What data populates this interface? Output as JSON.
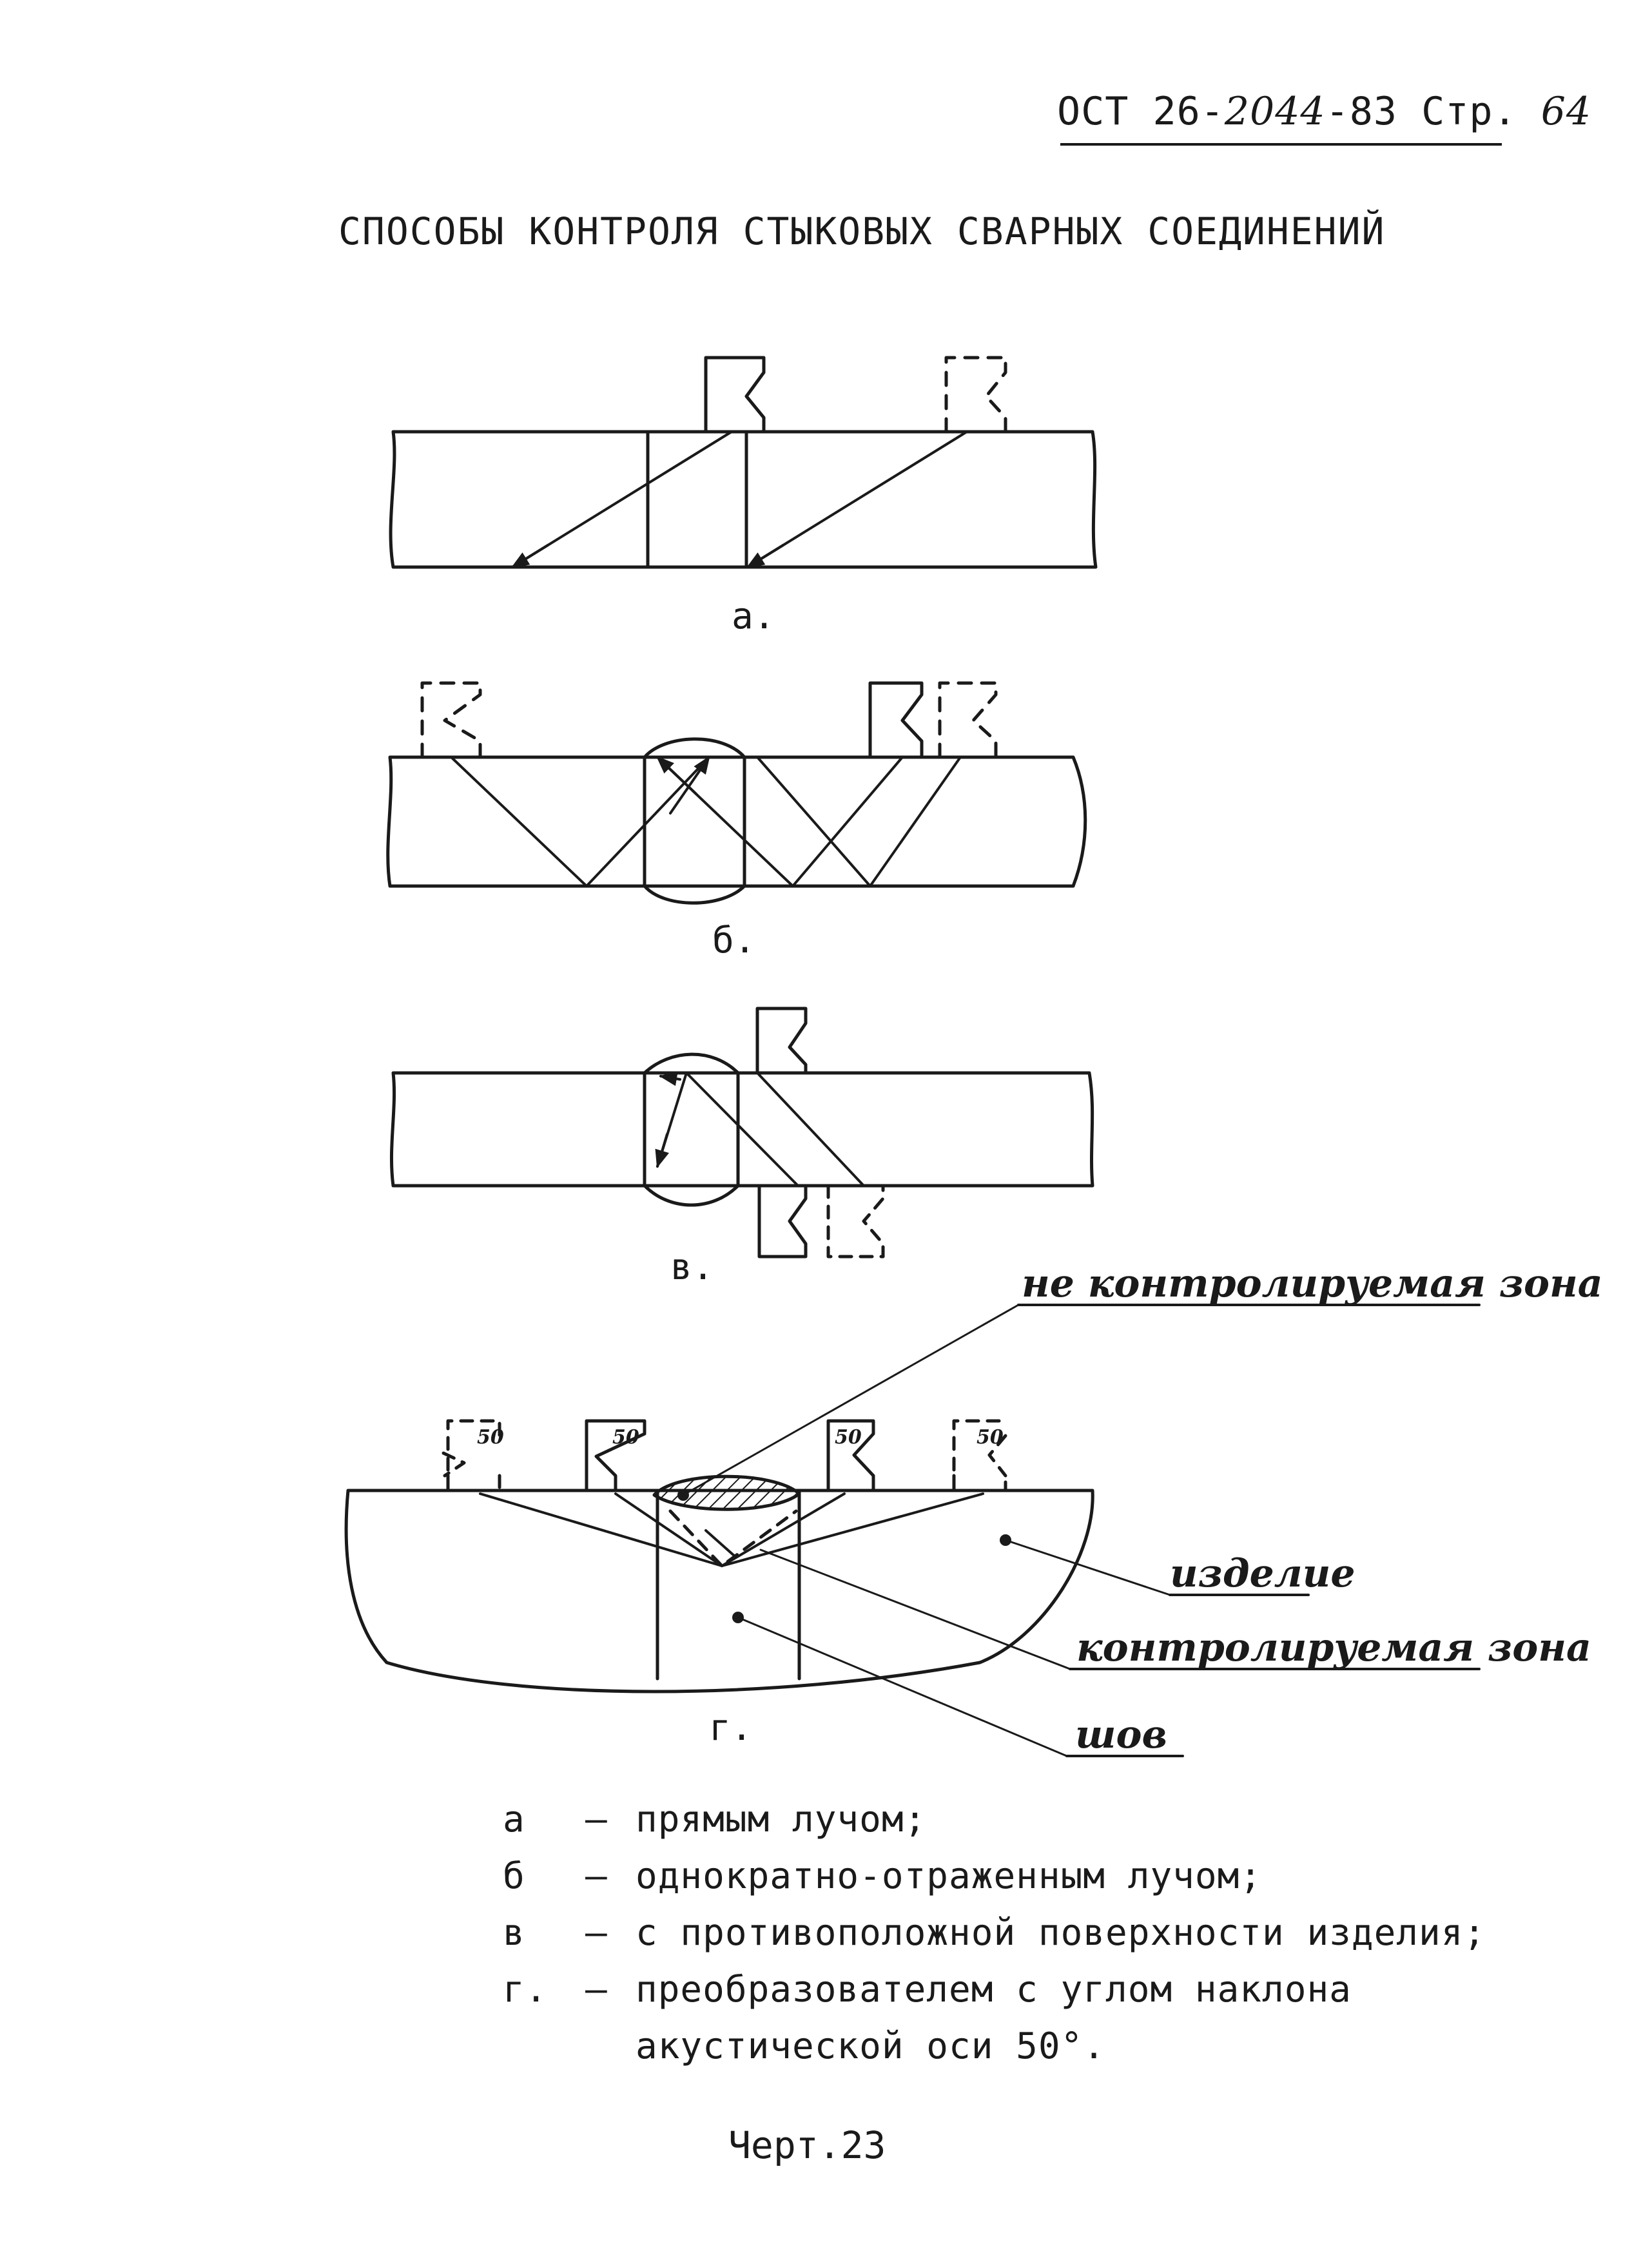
{
  "header": {
    "standard": "ОСТ 26-",
    "number": "2044",
    "year_page": "-83 Стр.",
    "page_number": "64"
  },
  "title": "СПОСОБЫ КОНТРОЛЯ СТЫКОВЫХ СВАРНЫХ СОЕДИНЕНИЙ",
  "diagrams": {
    "a": {
      "caption": "а."
    },
    "b": {
      "caption": "б."
    },
    "v": {
      "caption": "в."
    },
    "g": {
      "caption": "г.",
      "angle_label": "50",
      "callouts": {
        "uncontrolled_zone": "не контролируемая зона",
        "product": "изделие",
        "controlled_zone": "контролируемая зона",
        "seam": "шов"
      }
    }
  },
  "legend": [
    {
      "key": "а",
      "text": "прямым лучом;"
    },
    {
      "key": "б",
      "text": "однократно-отраженным лучом;"
    },
    {
      "key": "в",
      "text": "с противоположной поверхности изделия;"
    },
    {
      "key": "г.",
      "text": "преобразователем с углом наклона",
      "continuation": "акустической оси 50°."
    }
  ],
  "footer": "Черт.23"
}
